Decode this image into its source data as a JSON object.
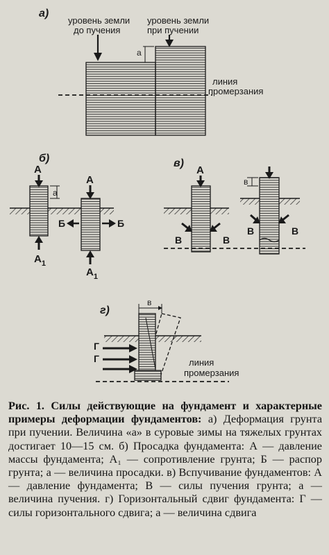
{
  "figure": {
    "panel_a": {
      "letter": "а)",
      "label_before": [
        "уровень земли",
        "до пучения"
      ],
      "label_after": [
        "уровень земли",
        "при пучении"
      ],
      "heave_label": "а",
      "frost_line_label": [
        "линия",
        "промерзания"
      ]
    },
    "panel_b": {
      "letter": "б)",
      "load": "А",
      "resistance": "А",
      "resistance_sub": "1",
      "settlement": "а",
      "spread_left": "Б",
      "spread_right": "Б"
    },
    "panel_v": {
      "letter": "в)",
      "load": "А",
      "heave": "в",
      "force_left": "В",
      "force_right": "В"
    },
    "panel_g": {
      "letter": "г)",
      "shift": "в",
      "force": "Г",
      "frost_line_label": [
        "линия",
        "промерзания"
      ]
    }
  },
  "caption": {
    "title": "Рис. 1. Силы действующие на фундамент и характерные примеры деформации фундаментов:",
    "body": "а) Деформация грунта при пучении. Величина «а» в суровые зимы на тяжелых грунтах достигает 10—15 см. б) Просадка фундамента: А — давление массы фундамента; А₁ — сопротивление грунта; Б — распор грунта; а — величина просадки. в) Вспучивание фундаментов: А — давление фундамента; В — силы пучения грунта; а — величина пучения. г) Горизонтальный сдвиг фундамента: Г — силы горизонтального сдвига; а — величина сдвига"
  }
}
